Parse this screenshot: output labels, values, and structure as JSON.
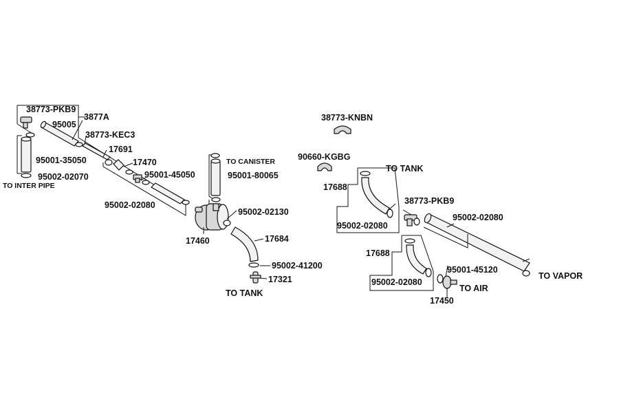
{
  "left_group": {
    "labels": {
      "p38773_pkb9": "38773-PKB9",
      "p3877a": "3877A",
      "p95005": "95005",
      "p38773_kec3": "38773-KEC3",
      "p17691": "17691",
      "p95001_35050": "95001-35050",
      "p17470": "17470",
      "p95002_02070": "95002-02070",
      "to_inter_pipe": "TO INTER PIPE",
      "p95001_45050": "95001-45050",
      "p95002_02080": "95002-02080"
    }
  },
  "center_group": {
    "labels": {
      "to_canister": "TO  CANISTER",
      "p95001_80065": "95001-80065",
      "p95002_02130": "95002-02130",
      "p17460": "17460",
      "p17684": "17684",
      "p95002_41200": "95002-41200",
      "p17321": "17321",
      "to_tank": "TO TANK"
    }
  },
  "right_group": {
    "labels": {
      "p38773_knbn": "38773-KNBN",
      "p90660_kgbg": "90660-KGBG",
      "to_tank": "TO TANK",
      "p17688_a": "17688",
      "p38773_pkb9": "38773-PKB9",
      "p95002_02080_a": "95002-02080",
      "p95002_02080_b": "95002-02080",
      "p17688_b": "17688",
      "p95001_45120": "95001-45120",
      "to_vapor": "TO VAPOR",
      "p95002_02080_c": "95002-02080",
      "to_air": "TO AIR",
      "p17450": "17450"
    }
  }
}
